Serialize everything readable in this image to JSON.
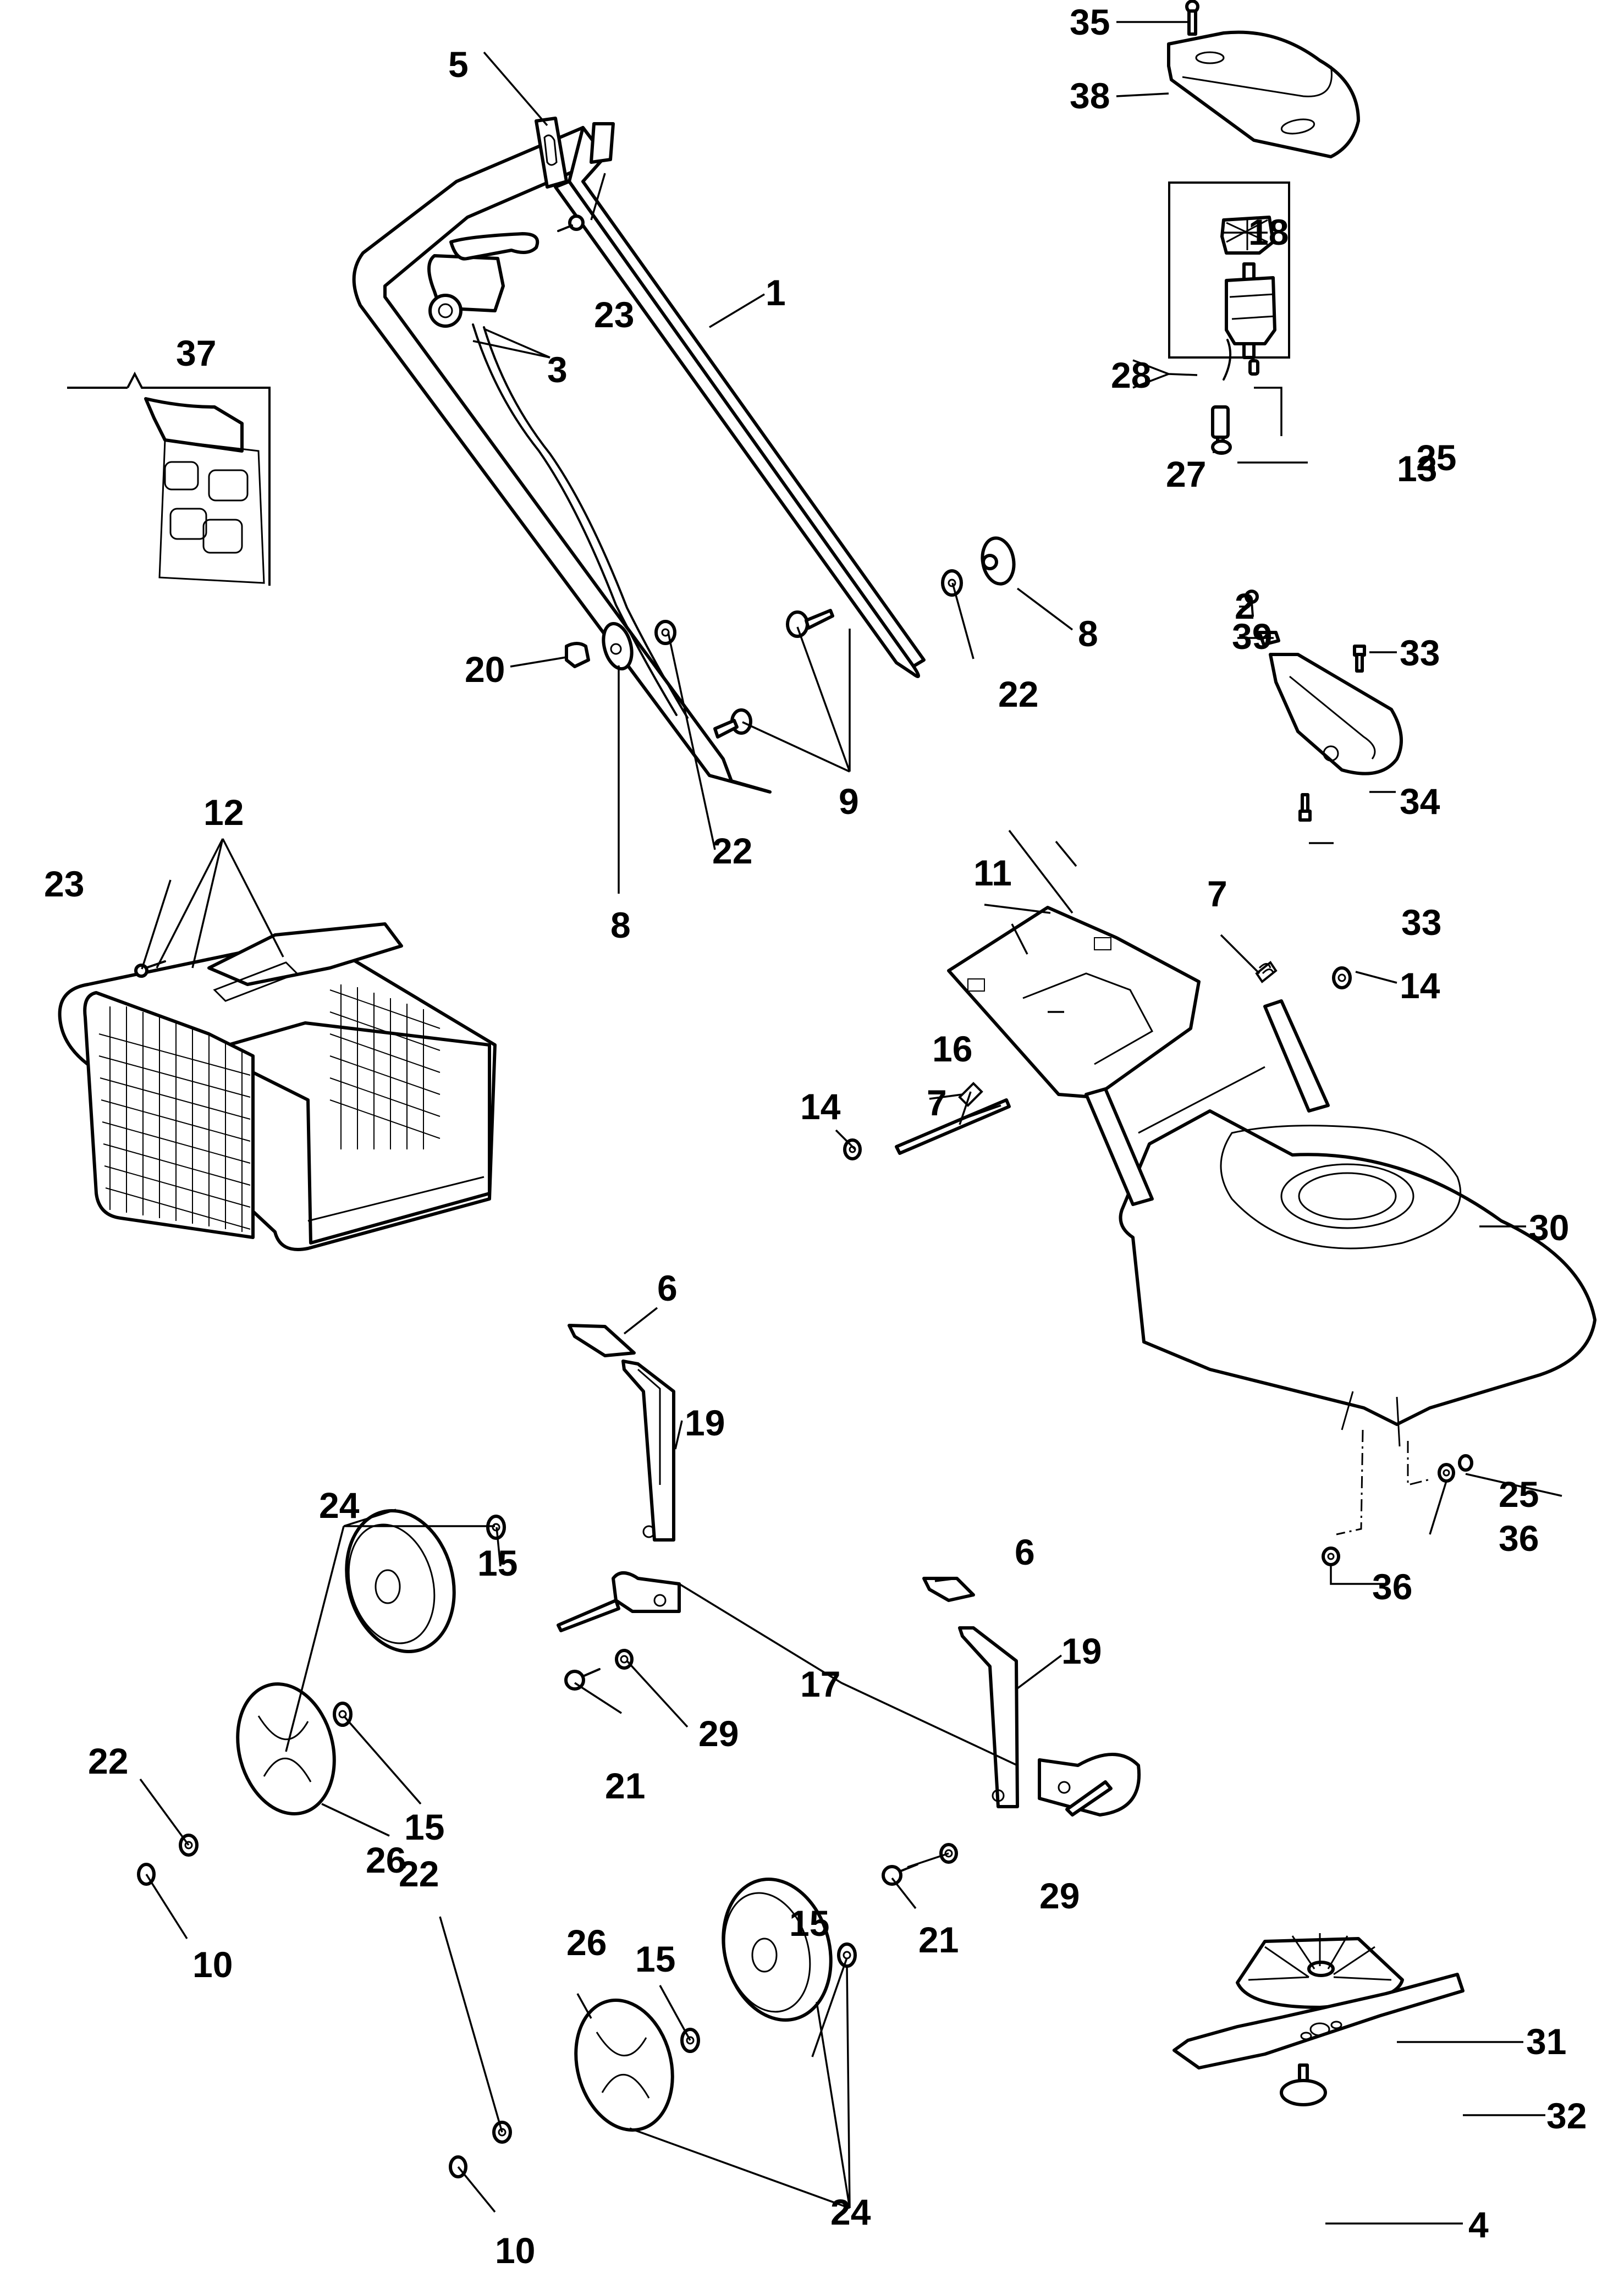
{
  "diagram": {
    "title": "Lawn mower exploded parts diagram",
    "colors": {
      "ink": "#000000",
      "paper": "#ffffff"
    },
    "callouts": [
      {
        "id": "c1",
        "label": "1"
      },
      {
        "id": "c2",
        "label": "2"
      },
      {
        "id": "c3",
        "label": "3"
      },
      {
        "id": "c4",
        "label": "4"
      },
      {
        "id": "c5",
        "label": "5"
      },
      {
        "id": "c6a",
        "label": "6"
      },
      {
        "id": "c6b",
        "label": "6"
      },
      {
        "id": "c7a",
        "label": "7"
      },
      {
        "id": "c7b",
        "label": "7"
      },
      {
        "id": "c8a",
        "label": "8"
      },
      {
        "id": "c8b",
        "label": "8"
      },
      {
        "id": "c9",
        "label": "9"
      },
      {
        "id": "c10a",
        "label": "10"
      },
      {
        "id": "c10b",
        "label": "10"
      },
      {
        "id": "c11",
        "label": "11"
      },
      {
        "id": "c12",
        "label": "12"
      },
      {
        "id": "c13",
        "label": "13"
      },
      {
        "id": "c14a",
        "label": "14"
      },
      {
        "id": "c14b",
        "label": "14"
      },
      {
        "id": "c15a",
        "label": "15"
      },
      {
        "id": "c15b",
        "label": "15"
      },
      {
        "id": "c15c",
        "label": "15"
      },
      {
        "id": "c15d",
        "label": "15"
      },
      {
        "id": "c16",
        "label": "16"
      },
      {
        "id": "c17",
        "label": "17"
      },
      {
        "id": "c18",
        "label": "18"
      },
      {
        "id": "c19a",
        "label": "19"
      },
      {
        "id": "c19b",
        "label": "19"
      },
      {
        "id": "c20",
        "label": "20"
      },
      {
        "id": "c21a",
        "label": "21"
      },
      {
        "id": "c21b",
        "label": "21"
      },
      {
        "id": "c22a",
        "label": "22"
      },
      {
        "id": "c22b",
        "label": "22"
      },
      {
        "id": "c22c",
        "label": "22"
      },
      {
        "id": "c22d",
        "label": "22"
      },
      {
        "id": "c23a",
        "label": "23"
      },
      {
        "id": "c23b",
        "label": "23"
      },
      {
        "id": "c24a",
        "label": "24"
      },
      {
        "id": "c24b",
        "label": "24"
      },
      {
        "id": "c25a",
        "label": "25"
      },
      {
        "id": "c25b",
        "label": "25"
      },
      {
        "id": "c26a",
        "label": "26"
      },
      {
        "id": "c26b",
        "label": "26"
      },
      {
        "id": "c27",
        "label": "27"
      },
      {
        "id": "c28",
        "label": "28"
      },
      {
        "id": "c29a",
        "label": "29"
      },
      {
        "id": "c29b",
        "label": "29"
      },
      {
        "id": "c30",
        "label": "30"
      },
      {
        "id": "c31",
        "label": "31"
      },
      {
        "id": "c32",
        "label": "32"
      },
      {
        "id": "c33a",
        "label": "33"
      },
      {
        "id": "c33b",
        "label": "33"
      },
      {
        "id": "c34",
        "label": "34"
      },
      {
        "id": "c35",
        "label": "35"
      },
      {
        "id": "c36a",
        "label": "36"
      },
      {
        "id": "c36b",
        "label": "36"
      },
      {
        "id": "c37",
        "label": "37"
      },
      {
        "id": "c38",
        "label": "38"
      },
      {
        "id": "c39",
        "label": "39"
      }
    ]
  }
}
